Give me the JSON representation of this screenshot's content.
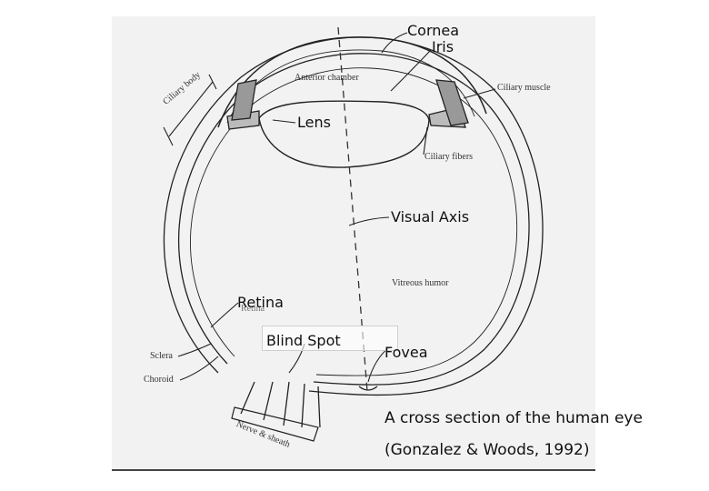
{
  "labels": {
    "cornea": "Cornea",
    "iris": "Iris",
    "lens": "Lens",
    "visual_axis": "Visual Axis",
    "retina": "Retina",
    "blind_spot": "Blind Spot",
    "fovea": "Fovea"
  },
  "scan_labels": {
    "anterior_chamber": "Anterior chamber",
    "ciliary_muscle": "Ciliary muscle",
    "ciliary_body": "Ciliary body",
    "ciliary_fibers": "Ciliary fibers",
    "vitreous_humor": "Vitreous humor",
    "retina_small": "Retina",
    "sclera": "Sclera",
    "choroid": "Choroid",
    "nerve_sheath": "Nerve & sheath"
  },
  "caption": {
    "line1": "A cross section of the human eye",
    "line2": "(Gonzalez & Woods, 1992)"
  }
}
